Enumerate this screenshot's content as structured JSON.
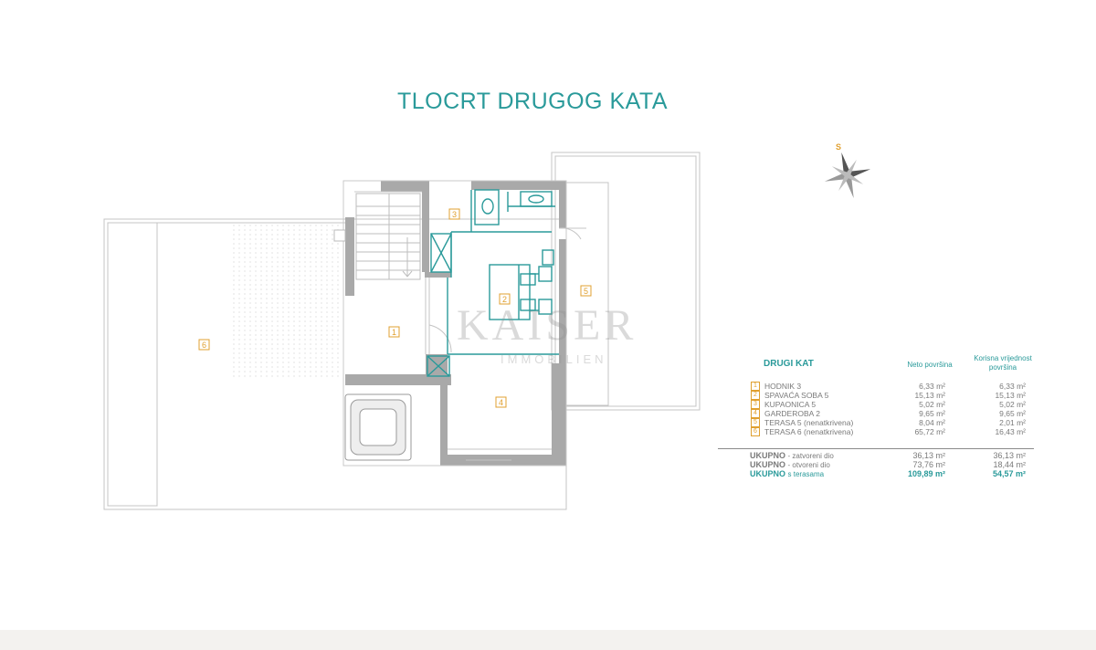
{
  "title": "TLOCRT DRUGOG KATA",
  "colors": {
    "accent": "#2a9a9a",
    "label": "#e0a030",
    "wall": "#aaaaaa",
    "fixture": "#2a9a9a"
  },
  "compass_label": "S",
  "watermark": {
    "brand": "KAISER",
    "sub": "IMMOBILIEN"
  },
  "room_labels": [
    "1",
    "2",
    "3",
    "4",
    "5",
    "6"
  ],
  "table": {
    "title": "DRUGI KAT",
    "col1": "Neto površina",
    "col2": "Korisna vrijednost površina",
    "rows": [
      {
        "num": "1",
        "name": "HODNIK 3",
        "neto": "6,33 m²",
        "korisna": "6,33 m²"
      },
      {
        "num": "2",
        "name": "SPAVAĆA SOBA 5",
        "neto": "15,13 m²",
        "korisna": "15,13 m²"
      },
      {
        "num": "3",
        "name": "KUPAONICA 5",
        "neto": "5,02 m²",
        "korisna": "5,02 m²"
      },
      {
        "num": "4",
        "name": "GARDEROBA 2",
        "neto": "9,65 m²",
        "korisna": "9,65 m²"
      },
      {
        "num": "5",
        "name": "TERASA 5 (nenatkrivena)",
        "neto": "8,04 m²",
        "korisna": "2,01 m²"
      },
      {
        "num": "6",
        "name": "TERASA 6 (nenatkrivena)",
        "neto": "65,72 m²",
        "korisna": "16,43 m²"
      }
    ],
    "totals": [
      {
        "label": "UKUPNO",
        "desc": "- zatvoreni dio",
        "neto": "36,13 m²",
        "korisna": "36,13 m²"
      },
      {
        "label": "UKUPNO",
        "desc": "- otvoreni dio",
        "neto": "73,76 m²",
        "korisna": "18,44 m²"
      },
      {
        "label": "UKUPNO",
        "desc": "s terasama",
        "neto": "109,89 m²",
        "korisna": "54,57 m²"
      }
    ]
  }
}
